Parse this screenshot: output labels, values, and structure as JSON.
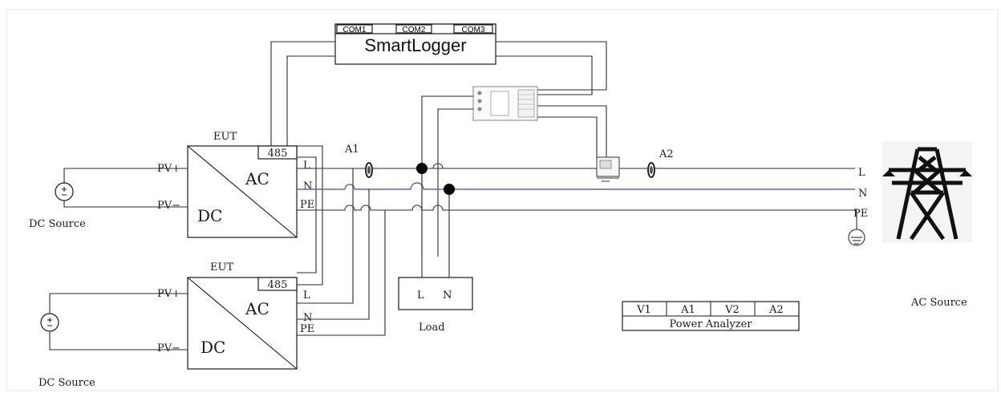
{
  "smartlogger": {
    "title": "SmartLogger",
    "ports": [
      "COM1",
      "COM2",
      "COM3"
    ]
  },
  "inverters": [
    {
      "label": "EUT",
      "port": "485",
      "ac": "AC",
      "dc": "DC",
      "pv_plus": "PV+",
      "pv_minus": "PV−",
      "l": "L",
      "n": "N",
      "pe": "PE"
    },
    {
      "label": "EUT",
      "port": "485",
      "ac": "AC",
      "dc": "DC",
      "pv_plus": "PV+",
      "pv_minus": "PV−",
      "l": "L",
      "n": "N",
      "pe": "PE"
    }
  ],
  "dc_sources": [
    "DC Source",
    "DC Source"
  ],
  "current_probes": [
    "A1",
    "A2"
  ],
  "load": {
    "title": "Load",
    "l": "L",
    "n": "N"
  },
  "grid": {
    "l": "L",
    "n": "N",
    "pe": "PE",
    "title": "AC Source"
  },
  "power_analyzer": {
    "channels": [
      "V1",
      "A1",
      "V2",
      "A2"
    ],
    "title": "Power Analyzer"
  },
  "colors": {
    "background": "#ffffff",
    "line": "#2b2b2b",
    "neutral_line": "#5a6ea0",
    "node": "#000000"
  }
}
